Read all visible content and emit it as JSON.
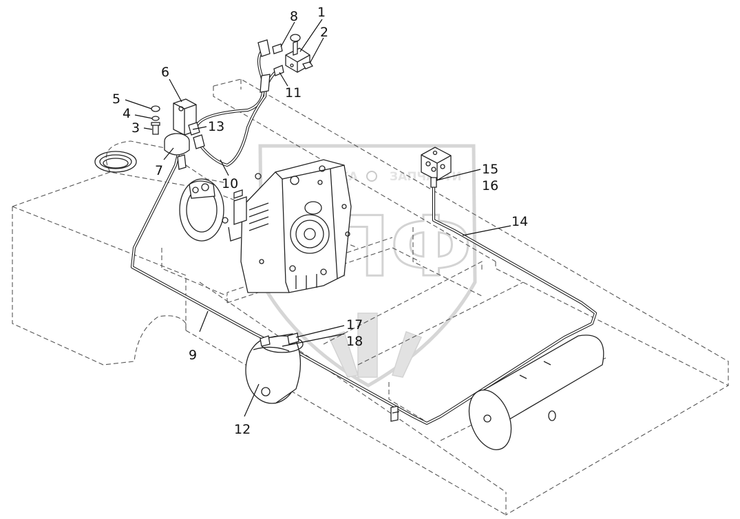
{
  "callouts": {
    "c1": "1",
    "c2": "2",
    "c3": "3",
    "c4": "4",
    "c5": "5",
    "c6": "6",
    "c7": "7",
    "c8": "8",
    "c9": "9",
    "c10": "10",
    "c11": "11",
    "c12": "12",
    "c13": "13",
    "c14": "14",
    "c15": "15",
    "c16": "16",
    "c17": "17",
    "c18": "18"
  },
  "watermark": {
    "left_text": "ТЕХНИКА",
    "right_text": "ЗАПЧАСТИ",
    "monogram": "ЭПФ"
  },
  "colors": {
    "line": "#222222",
    "dashed": "#555555",
    "watermark": "#9a9a9a"
  }
}
